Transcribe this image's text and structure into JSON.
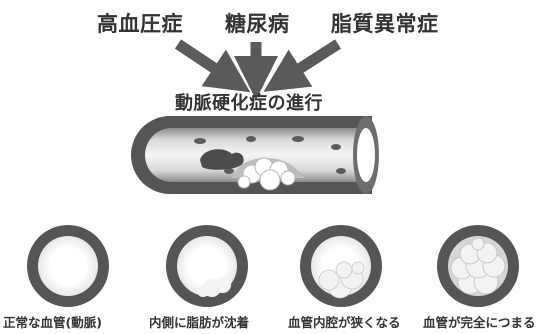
{
  "causes": [
    {
      "label": "高血圧症"
    },
    {
      "label": "糖尿病"
    },
    {
      "label": "脂質異常症"
    }
  ],
  "progression_title": "動脈硬化症の進行",
  "stages": [
    {
      "caption": "正常な血管(動脈)",
      "plaque_level": 0
    },
    {
      "caption": "内側に脂肪が沈着",
      "plaque_level": 0.25
    },
    {
      "caption": "血管内腔が狭くなる",
      "plaque_level": 0.55
    },
    {
      "caption": "血管が完全につまる",
      "plaque_level": 1.0
    }
  ],
  "colors": {
    "text": "#333333",
    "vessel_wall": "#555555",
    "arrow": "#5a5a5a",
    "plaque": "#ffffff",
    "lumen_light": "#f5f5f5",
    "lumen_dark": "#9a9a9a"
  }
}
